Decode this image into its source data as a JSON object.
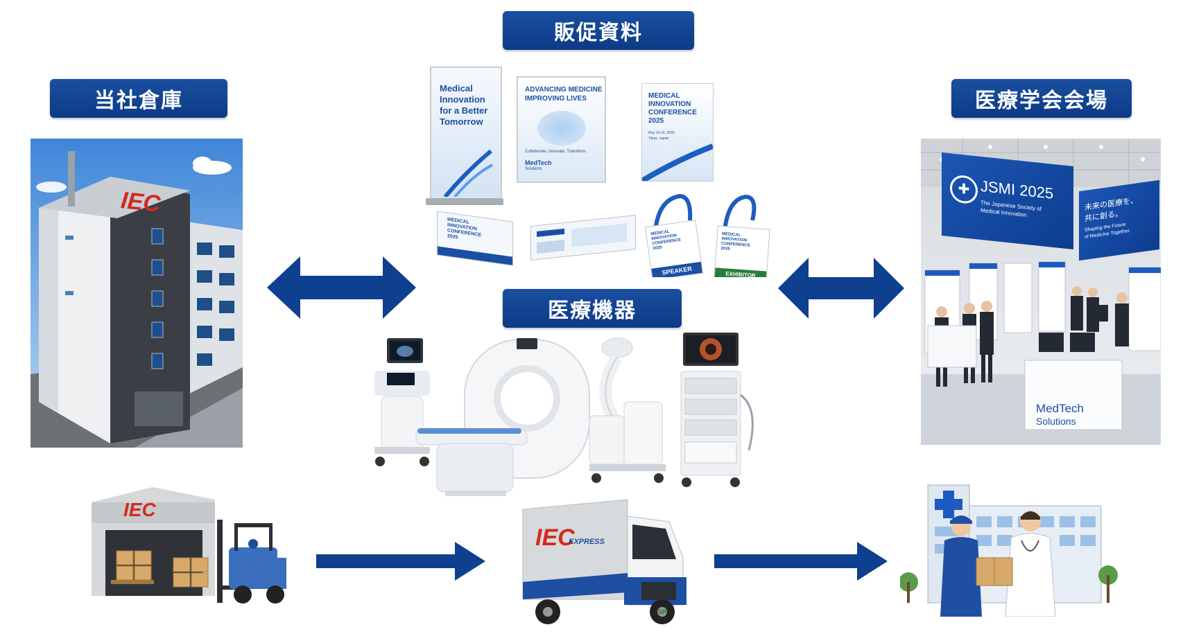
{
  "labels": {
    "warehouse": "当社倉庫",
    "promo": "販促資料",
    "venue": "医療学会会場",
    "equipment": "医療機器"
  },
  "warehouse_building": {
    "sign": "IEC"
  },
  "small_warehouse": {
    "sign": "IEC"
  },
  "truck": {
    "brand": "IEC",
    "sub": "EXPRESS",
    "plate": "SR"
  },
  "promo_materials": {
    "banner_left": [
      "Medical",
      "Innovation",
      "for a Better",
      "Tomorrow"
    ],
    "banner_center": {
      "headline": [
        "ADVANCING MEDICINE",
        "IMPROVING LIVES"
      ],
      "tagline": "Collaborate. Innovate. Transform.",
      "brand": "MedTech",
      "brand_sub": "Solutions"
    },
    "banner_right": {
      "title": [
        "MEDICAL",
        "INNOVATION",
        "CONFERENCE",
        "2025"
      ],
      "date": "May 10-14, 2025",
      "place": "Tokyo, Japan"
    },
    "booklet": [
      "MEDICAL",
      "INNOVATION",
      "CONFERENCE",
      "2025"
    ],
    "badge_speaker": {
      "title": [
        "MEDICAL",
        "INNOVATION",
        "CONFERENCE",
        "2025"
      ],
      "role": "SPEAKER"
    },
    "badge_exhibitor": {
      "title": [
        "MEDICAL",
        "INNOVATION",
        "CONFERENCE",
        "2025"
      ],
      "role": "EXHIBITOR"
    }
  },
  "venue_scene": {
    "banner_title": "JSMI 2025",
    "banner_sub": [
      "The Japanese Society of",
      "Medical Innovation"
    ],
    "side_jp": [
      "未来の医療を、",
      "共に創る。"
    ],
    "side_en": [
      "Shaping the Future",
      "of Medicine Together."
    ],
    "booth_brand": [
      "MedTech",
      "Solutions"
    ]
  },
  "colors": {
    "label_blue": "#0d3a86",
    "arrow_blue": "#0f3f8f",
    "iec_red": "#d42a1e"
  }
}
